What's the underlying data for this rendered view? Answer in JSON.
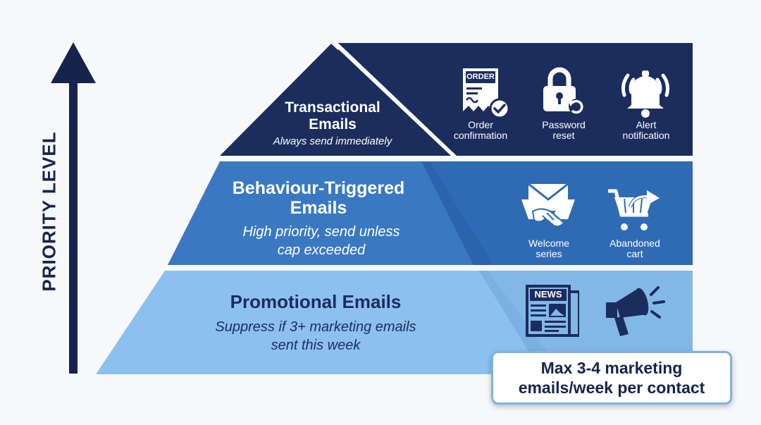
{
  "axis": {
    "label": "PRIORITY LEVEL"
  },
  "tiers": {
    "transactional": {
      "title_line1": "Transactional",
      "title_line2": "Emails",
      "subtitle": "Always send immediately",
      "icons": [
        {
          "icon": "order-receipt-icon",
          "badge": "ORDER",
          "label_line1": "Order",
          "label_line2": "confirmation"
        },
        {
          "icon": "padlock-reset-icon",
          "label_line1": "Password",
          "label_line2": "reset"
        },
        {
          "icon": "bell-icon",
          "label_line1": "Alert",
          "label_line2": "notification"
        }
      ]
    },
    "behaviour": {
      "title_line1": "Behaviour-Triggered",
      "title_line2": "Emails",
      "subtitle_line1": "High priority, send unless",
      "subtitle_line2": "cap exceeded",
      "icons": [
        {
          "icon": "handshake-envelope-icon",
          "label_line1": "Welcome",
          "label_line2": "series"
        },
        {
          "icon": "shopping-cart-icon",
          "label_line1": "Abandoned",
          "label_line2": "cart"
        }
      ]
    },
    "promotional": {
      "title": "Promotional Emails",
      "subtitle_line1": "Suppress if 3+ marketing emails",
      "subtitle_line2": "sent this week",
      "icons": [
        {
          "icon": "newspaper-icon",
          "badge": "NEWS"
        },
        {
          "icon": "megaphone-icon"
        }
      ]
    }
  },
  "note": {
    "line1": "Max 3-4 marketing",
    "line2": "emails/week per contact"
  },
  "colors": {
    "navy": "#1b2d5c",
    "mid_blue": "#2e6ab3",
    "light_blue": "#8cc1ef",
    "axis": "#16244c"
  }
}
